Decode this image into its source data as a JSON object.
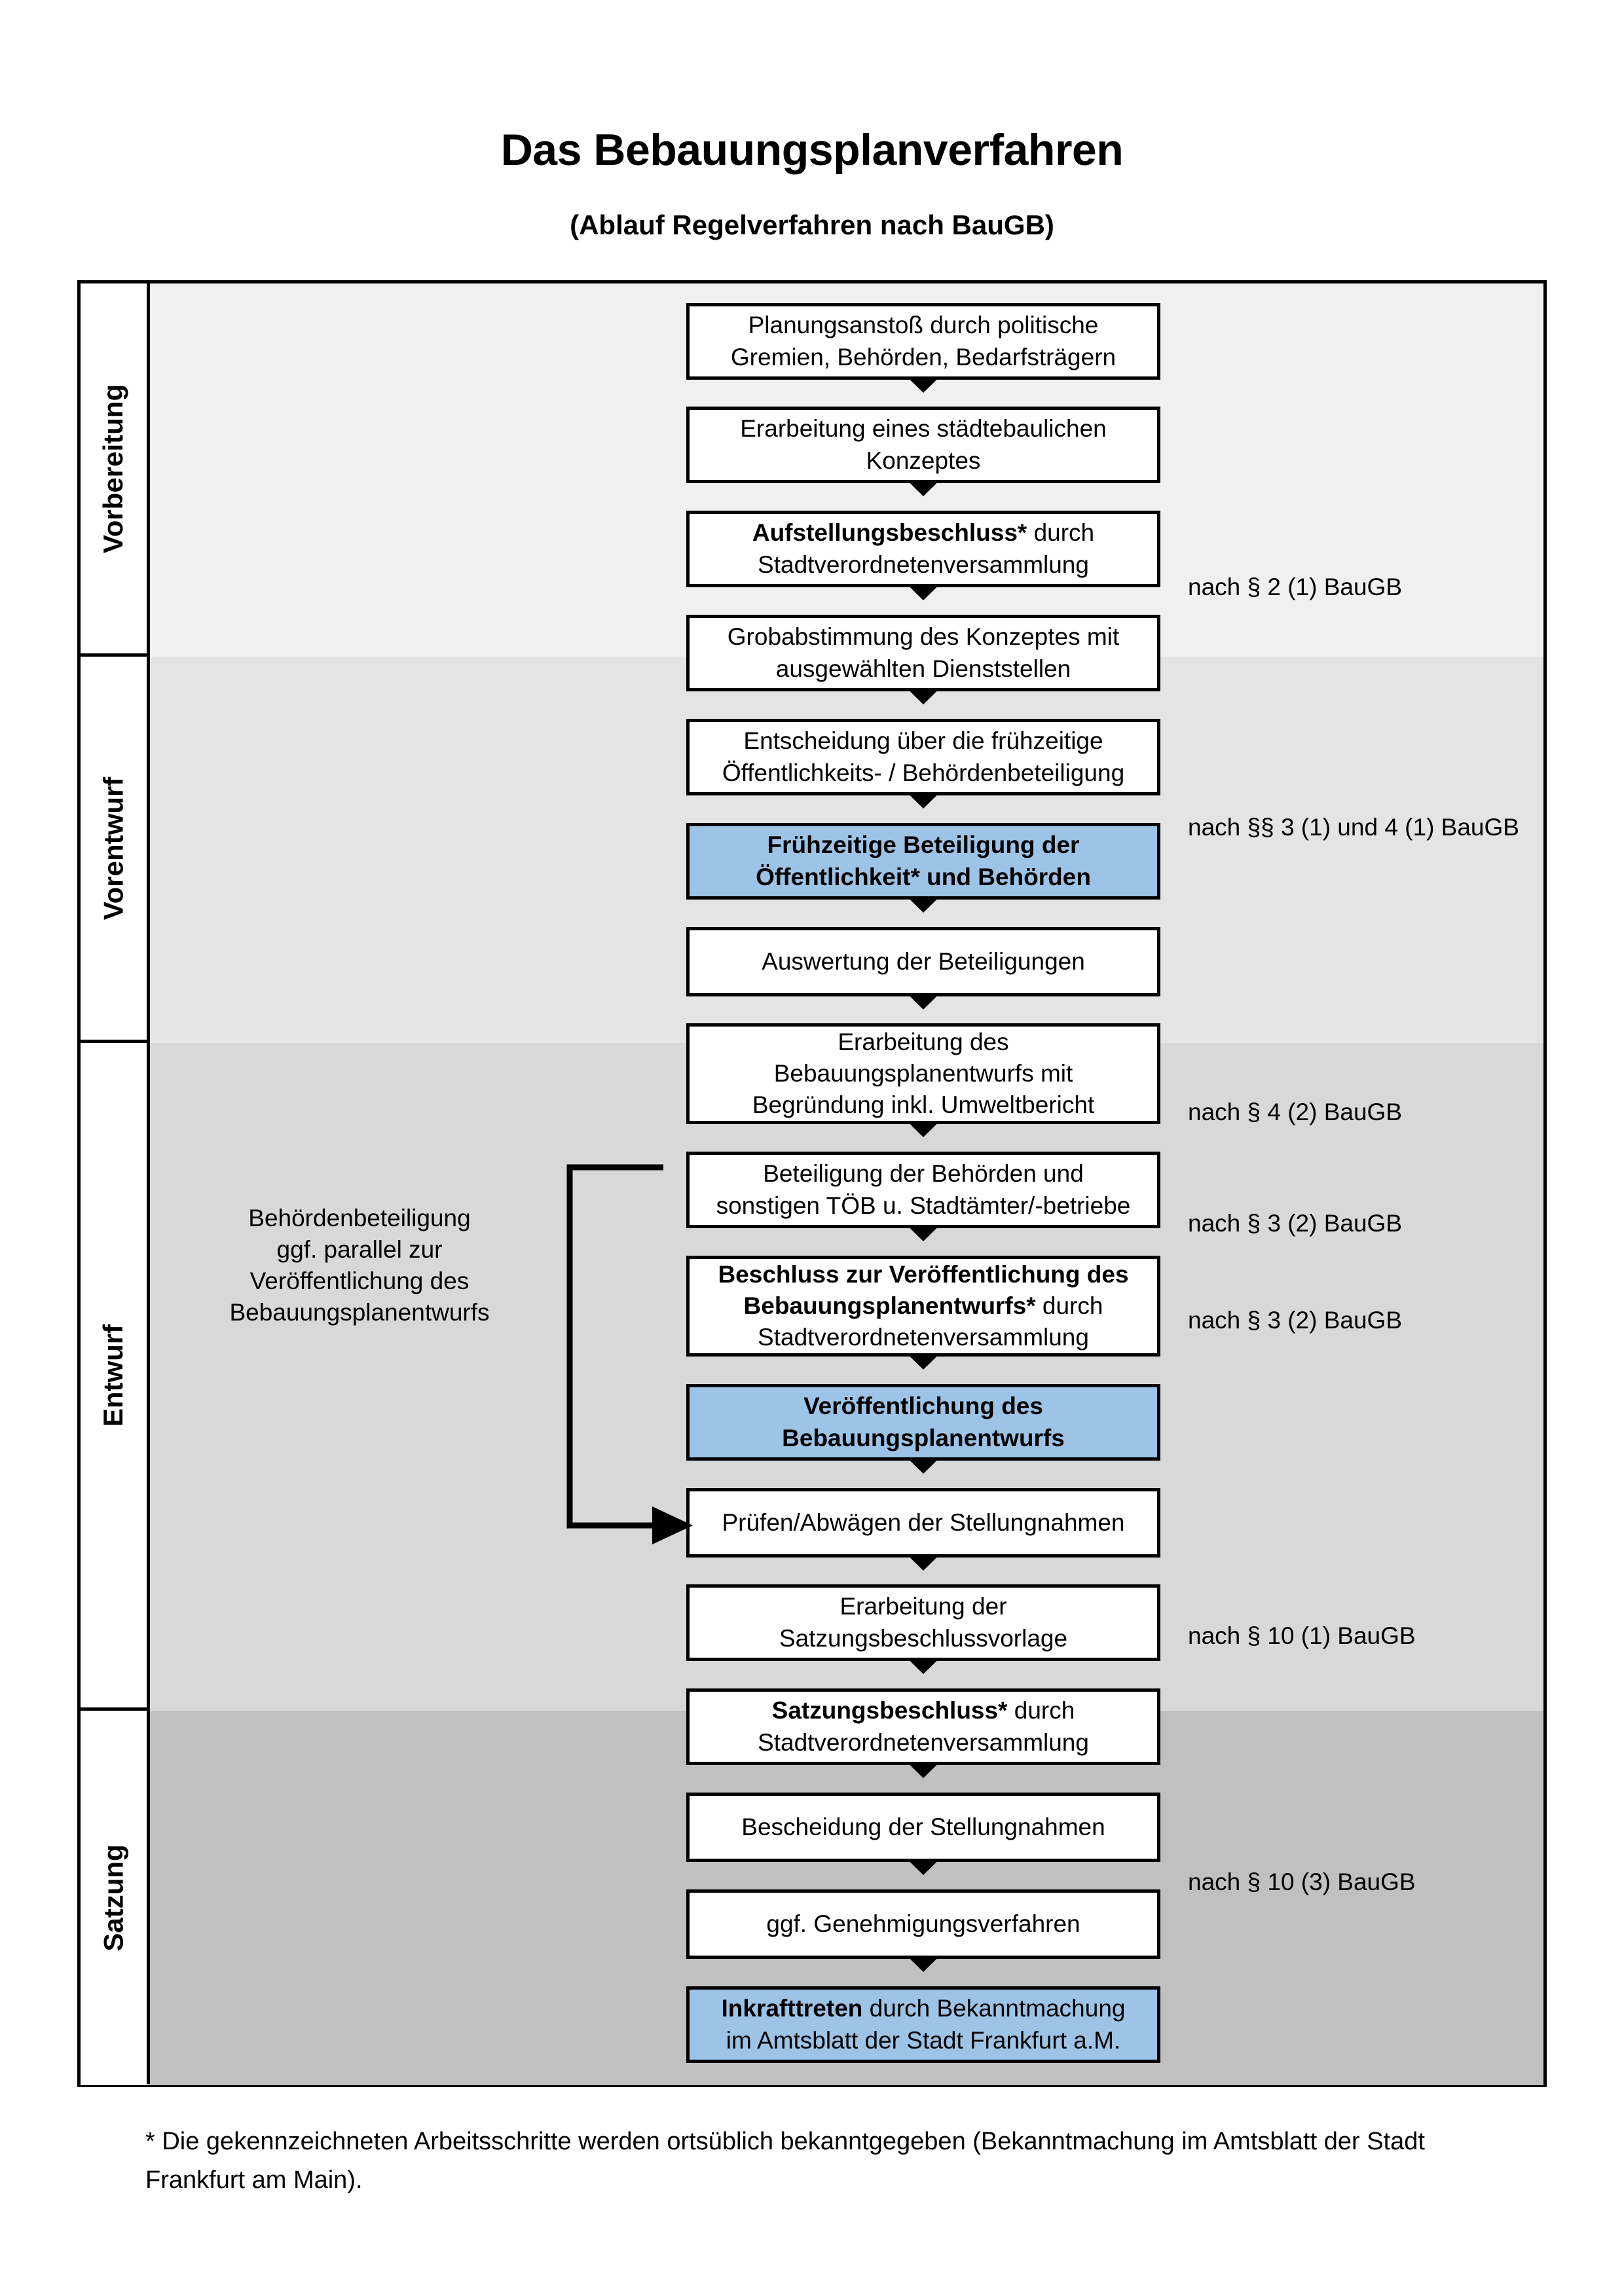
{
  "document": {
    "title": "Das Bebauungsplanverfahren",
    "subtitle": "(Ablauf Regelverfahren nach BauGB)",
    "footnote": "* Die gekennzeichneten Arbeitsschritte werden ortsüblich bekanntgegeben (Bekanntmachung im Amtsblatt  der Stadt Frankfurt am Main)."
  },
  "colors": {
    "highlight_box": "#9dc3e6",
    "band_vorbereitung": "#f0f0f0",
    "band_vorentwurf": "#e4e4e4",
    "band_entwurf": "#d8d8d8",
    "band_satzung": "#c0c0c0",
    "border": "#000000"
  },
  "phases": [
    {
      "label": "Vorbereitung"
    },
    {
      "label": "Vorentwurf"
    },
    {
      "label": "Entwurf"
    },
    {
      "label": "Satzung"
    }
  ],
  "side_note": {
    "lines": [
      "Behördenbeteiligung",
      "ggf. parallel zur",
      "Veröffentlichung des",
      "Bebauungsplanentwurfs"
    ]
  },
  "steps": [
    {
      "id": "planungsanstoss",
      "phase": "Vorbereitung",
      "highlight": false,
      "lines": [
        {
          "text": "Planungsanstoß durch politische",
          "bold": false
        },
        {
          "text": "Gremien, Behörden, Bedarfsträgern",
          "bold": false
        }
      ]
    },
    {
      "id": "staedtebauliches-konzept",
      "phase": "Vorbereitung",
      "highlight": false,
      "lines": [
        {
          "text": "Erarbeitung eines städtebaulichen",
          "bold": false
        },
        {
          "text": "Konzeptes",
          "bold": false
        }
      ]
    },
    {
      "id": "aufstellungsbeschluss",
      "phase": "Vorbereitung",
      "highlight": false,
      "lines": [
        {
          "text": "Aufstellungsbeschluss*",
          "bold": true,
          "suffix": " durch"
        },
        {
          "text": "Stadtverordnetenversammlung",
          "bold": false
        }
      ]
    },
    {
      "id": "grobabstimmung",
      "phase": "Vorentwurf",
      "highlight": false,
      "lines": [
        {
          "text": "Grobabstimmung des Konzeptes mit",
          "bold": false
        },
        {
          "text": "ausgewählten Dienststellen",
          "bold": false
        }
      ]
    },
    {
      "id": "entscheidung-fruehzeitige-beteiligung",
      "phase": "Vorentwurf",
      "highlight": false,
      "lines": [
        {
          "text": "Entscheidung über die frühzeitige",
          "bold": false
        },
        {
          "text": "Öffentlichkeits- / Behördenbeteiligung",
          "bold": false
        }
      ]
    },
    {
      "id": "fruehzeitige-beteiligung",
      "phase": "Vorentwurf",
      "highlight": true,
      "lines": [
        {
          "text": "Frühzeitige Beteiligung der",
          "bold": true
        },
        {
          "text": "Öffentlichkeit* und Behörden",
          "bold": true
        }
      ]
    },
    {
      "id": "auswertung-beteiligungen",
      "phase": "Entwurf",
      "highlight": false,
      "lines": [
        {
          "text": "Auswertung der Beteiligungen",
          "bold": false
        }
      ]
    },
    {
      "id": "erarbeitung-entwurf",
      "phase": "Entwurf",
      "highlight": false,
      "lines": [
        {
          "text": "Erarbeitung des",
          "bold": false
        },
        {
          "text": "Bebauungsplanentwurfs mit",
          "bold": false
        },
        {
          "text": "Begründung inkl. Umweltbericht",
          "bold": false
        }
      ]
    },
    {
      "id": "beteiligung-behoerden-toeb",
      "phase": "Entwurf",
      "highlight": false,
      "lines": [
        {
          "text": "Beteiligung der Behörden und",
          "bold": false
        },
        {
          "text": "sonstigen TÖB u. Stadtämter/-betriebe",
          "bold": false
        }
      ]
    },
    {
      "id": "beschluss-veroeffentlichung",
      "phase": "Entwurf",
      "highlight": false,
      "lines": [
        {
          "text": "Beschluss zur Veröffentlichung des",
          "bold": true
        },
        {
          "text": "Bebauungsplanentwurfs*",
          "bold": true,
          "suffix": " durch"
        },
        {
          "text": "Stadtverordnetenversammlung",
          "bold": false
        }
      ]
    },
    {
      "id": "veroeffentlichung-entwurf",
      "phase": "Entwurf",
      "highlight": true,
      "lines": [
        {
          "text": "Veröffentlichung des",
          "bold": true
        },
        {
          "text": "Bebauungsplanentwurfs",
          "bold": true
        }
      ]
    },
    {
      "id": "pruefen-abwaegen",
      "phase": "Satzung",
      "highlight": false,
      "lines": [
        {
          "text": "Prüfen/Abwägen der Stellungnahmen",
          "bold": false
        }
      ]
    },
    {
      "id": "erarbeitung-satzungsvorlage",
      "phase": "Satzung",
      "highlight": false,
      "lines": [
        {
          "text": "Erarbeitung der",
          "bold": false
        },
        {
          "text": "Satzungsbeschlussvorlage",
          "bold": false
        }
      ]
    },
    {
      "id": "satzungsbeschluss",
      "phase": "Satzung",
      "highlight": false,
      "lines": [
        {
          "text": "Satzungsbeschluss*",
          "bold": true,
          "suffix": " durch"
        },
        {
          "text": "Stadtverordnetenversammlung",
          "bold": false
        }
      ]
    },
    {
      "id": "bescheidung-stellungnahmen",
      "phase": "Satzung",
      "highlight": false,
      "lines": [
        {
          "text": "Bescheidung der Stellungnahmen",
          "bold": false
        }
      ]
    },
    {
      "id": "genehmigungsverfahren",
      "phase": "Satzung",
      "highlight": false,
      "lines": [
        {
          "text": "ggf. Genehmigungsverfahren",
          "bold": false
        }
      ]
    },
    {
      "id": "inkrafttreten",
      "phase": "Satzung",
      "highlight": true,
      "lines": [
        {
          "text": "Inkrafttreten",
          "bold": true,
          "suffix": " durch Bekanntmachung"
        },
        {
          "text": "im Amtsblatt der Stadt Frankfurt a.M.",
          "bold": false
        }
      ]
    }
  ],
  "law_notes": [
    {
      "id": "law-2-1",
      "text": "nach § 2 (1) BauGB"
    },
    {
      "id": "law-3-1-4-1",
      "text": "nach §§ 3 (1) und 4 (1) BauGB"
    },
    {
      "id": "law-4-2",
      "text": "nach § 4 (2) BauGB"
    },
    {
      "id": "law-3-2-a",
      "text": "nach § 3 (2) BauGB"
    },
    {
      "id": "law-3-2-b",
      "text": "nach § 3 (2) BauGB"
    },
    {
      "id": "law-10-1",
      "text": "nach § 10 (1) BauGB"
    },
    {
      "id": "law-10-3",
      "text": "nach § 10 (3) BauGB"
    }
  ]
}
